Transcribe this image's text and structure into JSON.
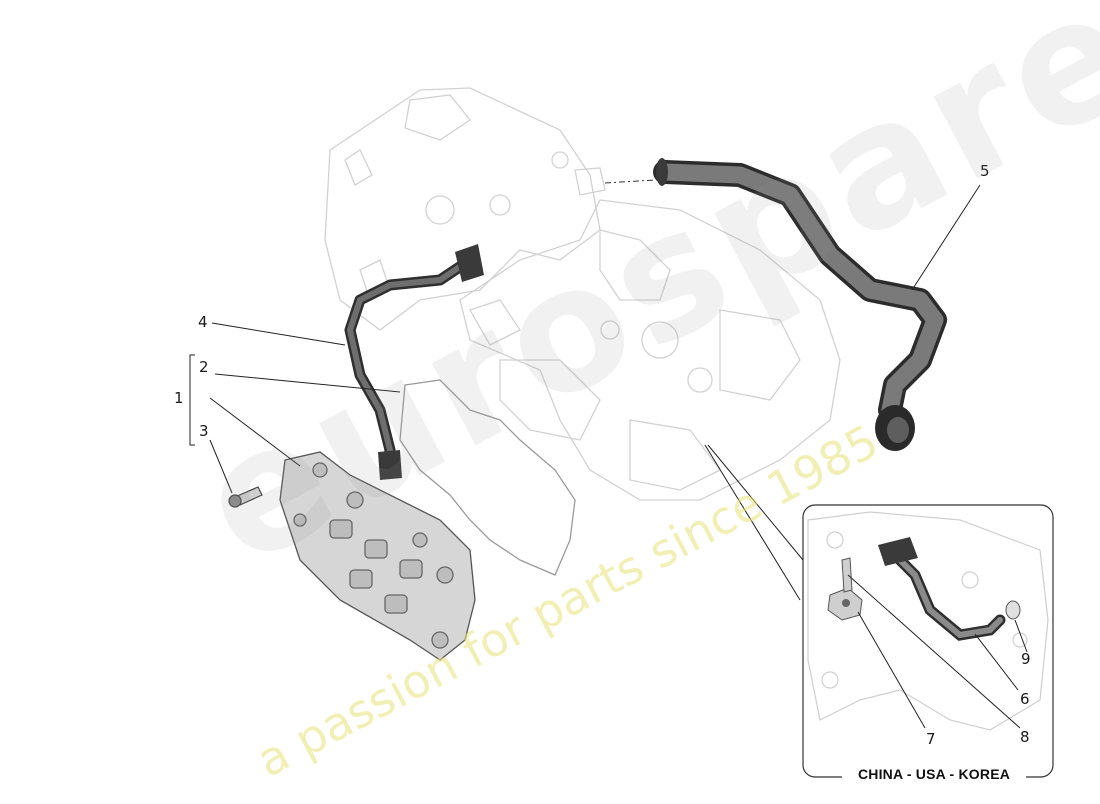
{
  "diagram": {
    "callouts": [
      {
        "id": "1",
        "text": "1"
      },
      {
        "id": "2",
        "text": "2"
      },
      {
        "id": "3",
        "text": "3"
      },
      {
        "id": "4",
        "text": "4"
      },
      {
        "id": "5",
        "text": "5"
      },
      {
        "id": "6",
        "text": "6"
      },
      {
        "id": "7",
        "text": "7"
      },
      {
        "id": "8",
        "text": "8"
      },
      {
        "id": "9",
        "text": "9"
      }
    ],
    "inset_label": "CHINA - USA - KOREA"
  },
  "watermark": {
    "brand": "eurospares",
    "tagline": "a passion for parts since 1985"
  },
  "colors": {
    "outline": "#c9c9c9",
    "hose": "#5a5a5a",
    "hose_dark": "#2e2e2e",
    "part_fill": "#d4d4d4",
    "leader": "#222222",
    "watermark_text": "#e8e278"
  }
}
